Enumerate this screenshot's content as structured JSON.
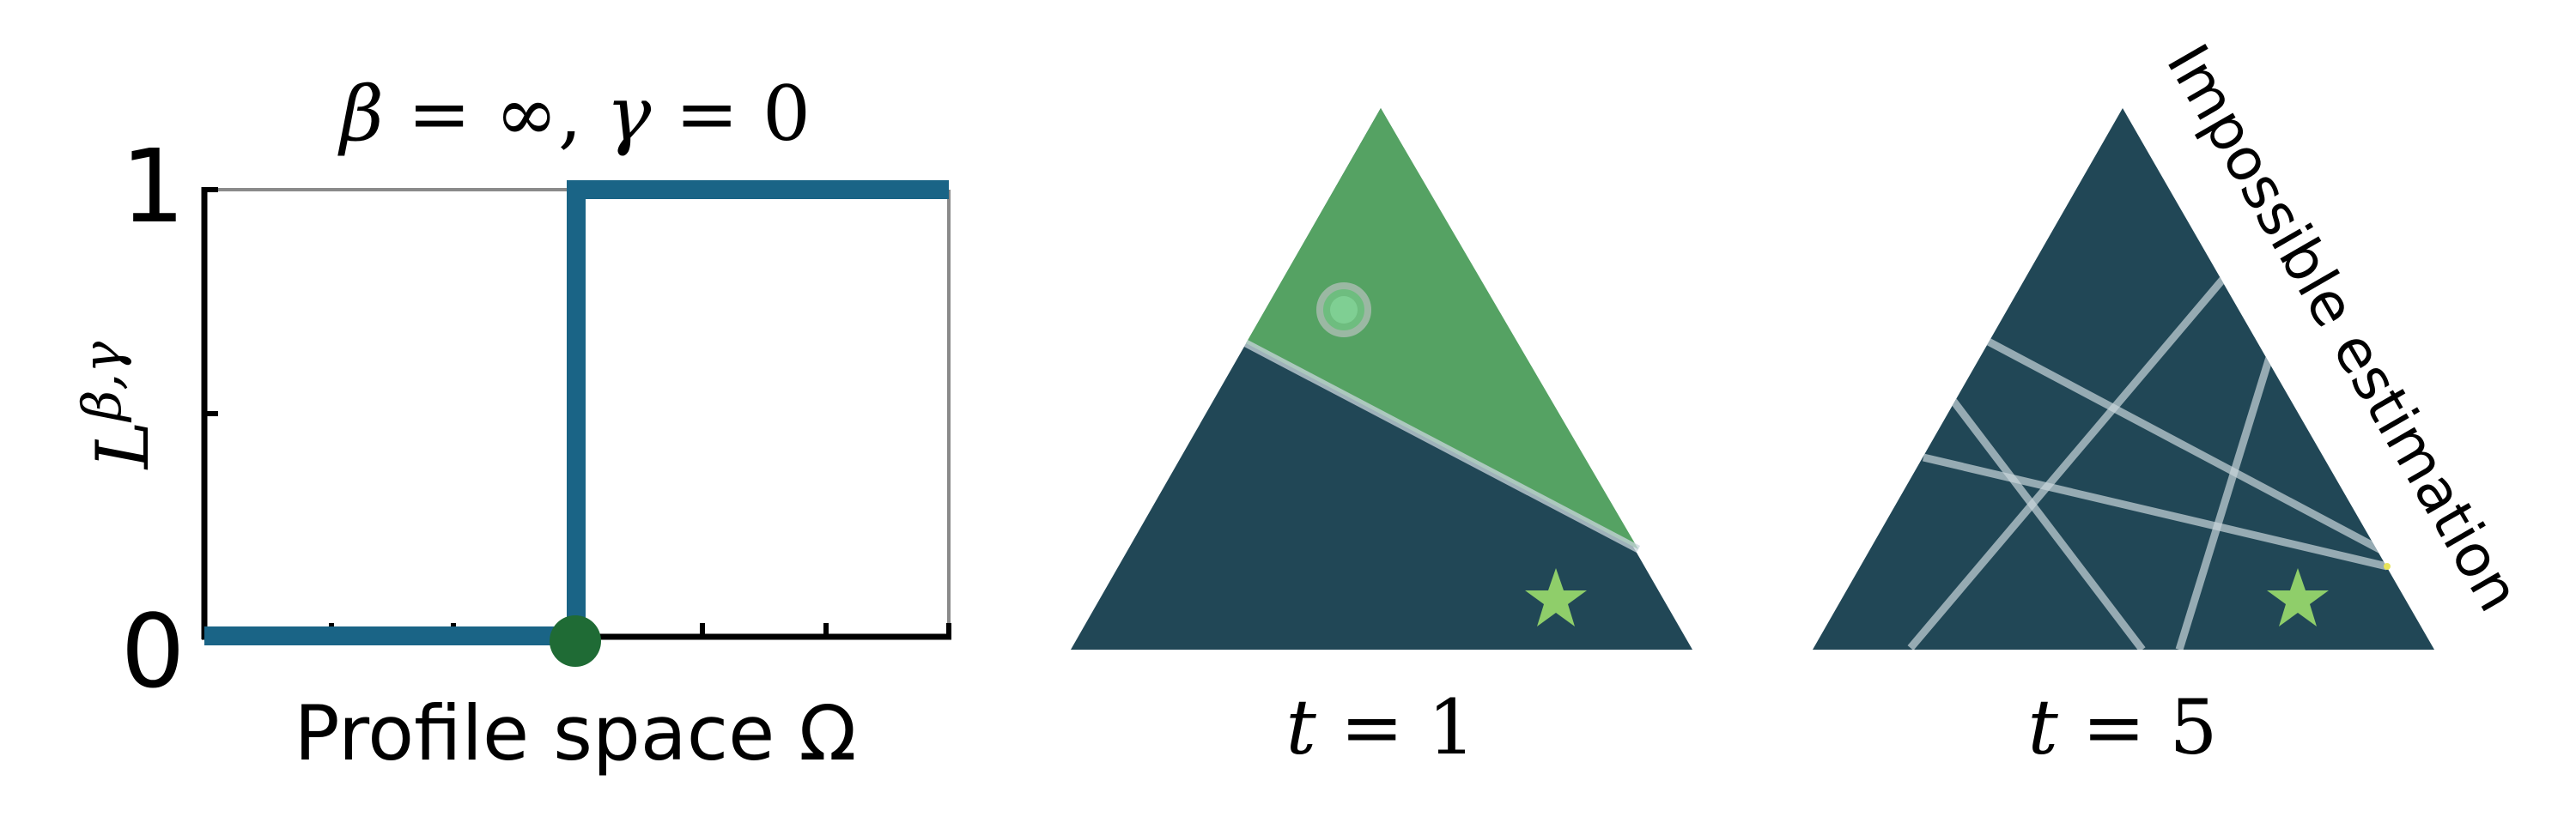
{
  "colors": {
    "step": "#1a6486",
    "dark_region": "#214756",
    "green_region": "#55a263",
    "threshold_dot": "#1f6b35",
    "star": "#8fce6a",
    "line": "#c9d6dc",
    "frame": "#000000",
    "grid": "#8a8a8a"
  },
  "panel1": {
    "title_lhs_beta": "β",
    "title_eq1": " = ∞, ",
    "title_gamma": "γ",
    "title_eq2": " = 0",
    "ylabel_L": "L",
    "ylabel_sup": "β,γ",
    "ytick_top": "1",
    "ytick_bottom": "0",
    "xlabel": "Profile space Ω",
    "step_at_fraction": 0.5
  },
  "panel2": {
    "caption_var": "t",
    "caption_rest": " = 1",
    "marker_icon": "ring-marker-icon",
    "target_icon": "star-icon"
  },
  "panel3": {
    "caption_var": "t",
    "caption_rest": " = 5",
    "annotation": "Impossible estimation",
    "target_icon": "star-icon",
    "constraint_line_count": 5
  }
}
